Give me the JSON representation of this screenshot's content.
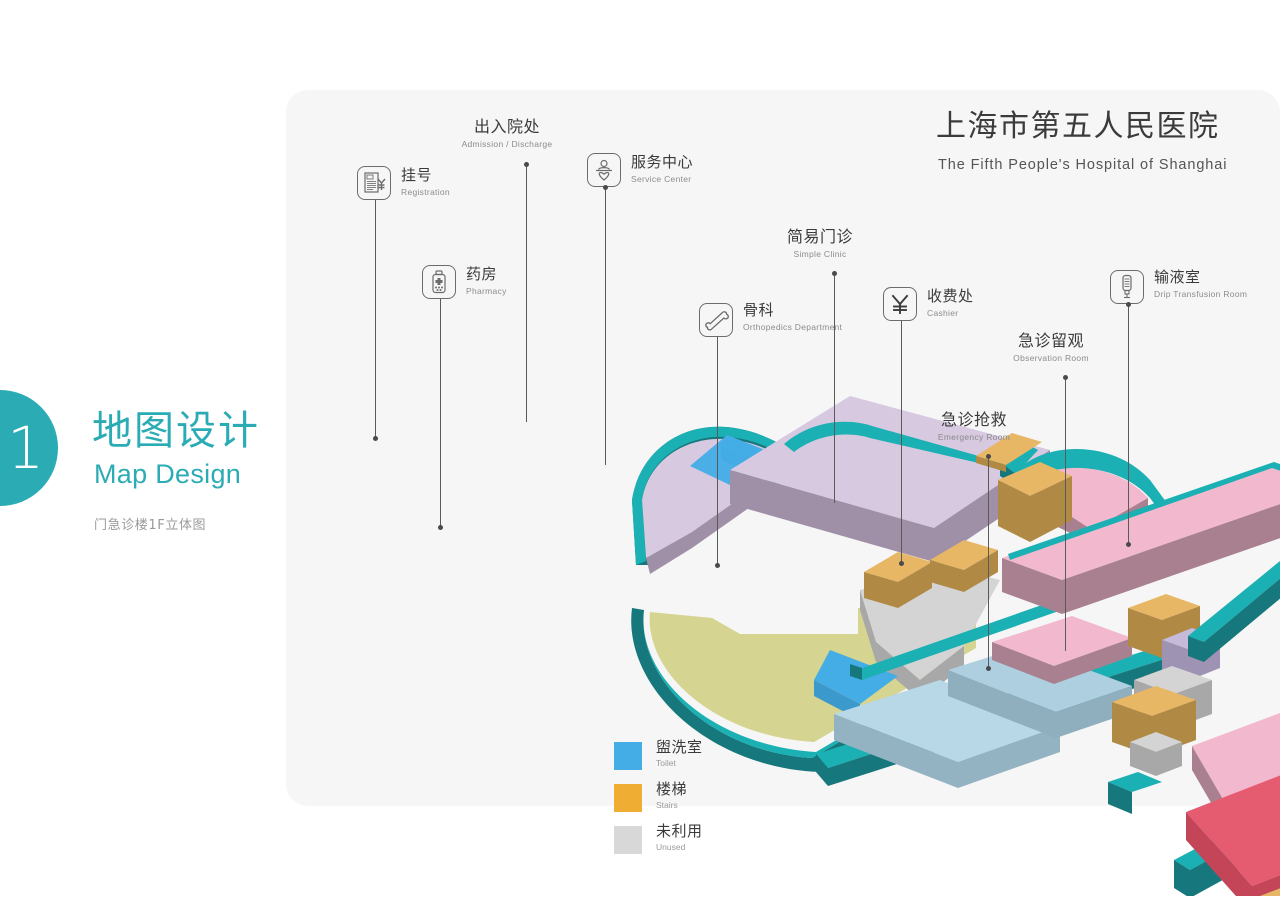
{
  "intro": {
    "number": "1",
    "title_cn": "地图设计",
    "title_en": "Map Design",
    "subtitle": "门急诊楼1F立体图",
    "accent_color": "#2BACB5"
  },
  "header": {
    "hospital_cn": "上海市第五人民医院",
    "hospital_en": "The Fifth People's Hospital of Shanghai"
  },
  "pois": [
    {
      "id": "registration",
      "cn": "挂号",
      "en": "Registration",
      "icon": "registration-icon"
    },
    {
      "id": "admission",
      "cn": "出入院处",
      "en": "Admission / Discharge",
      "icon": "none"
    },
    {
      "id": "service",
      "cn": "服务中心",
      "en": "Service Center",
      "icon": "service-center-icon"
    },
    {
      "id": "pharmacy",
      "cn": "药房",
      "en": "Pharmacy",
      "icon": "pharmacy-icon"
    },
    {
      "id": "orthopedics",
      "cn": "骨科",
      "en": "Orthopedics Department",
      "icon": "bone-icon"
    },
    {
      "id": "simple-clinic",
      "cn": "简易门诊",
      "en": "Simple Clinic",
      "icon": "none"
    },
    {
      "id": "cashier",
      "cn": "收费处",
      "en": "Cashier",
      "icon": "yen-icon"
    },
    {
      "id": "emergency",
      "cn": "急诊抢救",
      "en": "Emergency Room",
      "icon": "none"
    },
    {
      "id": "observation",
      "cn": "急诊留观",
      "en": "Observation Room",
      "icon": "none"
    },
    {
      "id": "transfusion",
      "cn": "输液室",
      "en": "Drip Transfusion Room",
      "icon": "drip-icon"
    }
  ],
  "legend": [
    {
      "id": "toilet",
      "cn": "盥洗室",
      "en": "Toilet",
      "color": "#45ADE6"
    },
    {
      "id": "stairs",
      "cn": "楼梯",
      "en": "Stairs",
      "color": "#EFAE33"
    },
    {
      "id": "unused",
      "cn": "未利用",
      "en": "Unused",
      "color": "#D8D8D8"
    }
  ],
  "palette": {
    "panel_bg": "#F6F6F6",
    "wall_rim": "#1BB0B3",
    "wall_side": "#16787C",
    "floor_green": "#D5D490",
    "block_pink_top": "#F2B8CE",
    "block_pink_side": "#A98090",
    "block_lavender_top": "#D6C9E0",
    "block_lavender_side": "#9F90A8",
    "block_blue_top": "#B8D8E8",
    "block_blue_side": "#93B2C2",
    "block_gray_top": "#D4D4D4",
    "block_gray_side": "#A8A8A8",
    "block_orange_top": "#E8B765",
    "block_orange_side": "#B08A45",
    "block_red_top": "#E55C70",
    "block_red_side": "#C44458",
    "block_cyan": "#45ADE6",
    "leader_line": "#5a5a5a"
  }
}
